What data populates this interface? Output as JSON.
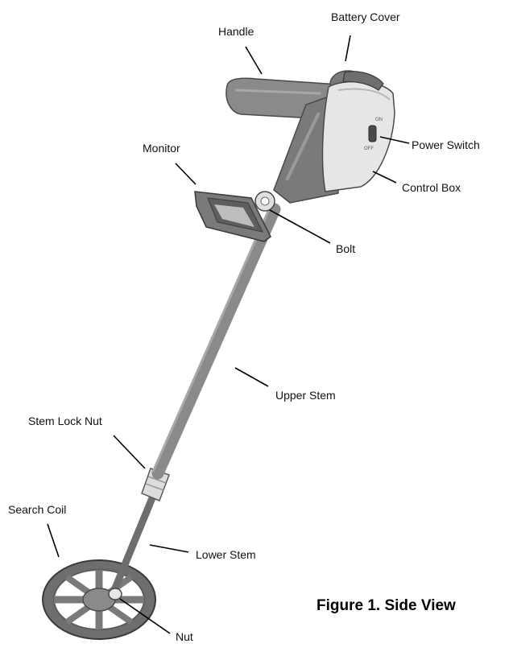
{
  "figure": {
    "caption": "Figure 1.  Side View"
  },
  "labels": {
    "battery_cover": "Battery Cover",
    "handle": "Handle",
    "power_switch": "Power Switch",
    "monitor": "Monitor",
    "control_box": "Control Box",
    "bolt": "Bolt",
    "upper_stem": "Upper Stem",
    "stem_lock_nut": "Stem Lock Nut",
    "search_coil": "Search Coil",
    "lower_stem": "Lower Stem",
    "nut": "Nut"
  },
  "switch_marks": {
    "off": "OFF",
    "on": "ON"
  },
  "colors": {
    "body": "#8a8a8a",
    "body_dark": "#6e6e6e",
    "body_light": "#b4b4b4",
    "control_box": "#e6e6e6",
    "lock_nut": "#dcdcdc",
    "leader_line": "#000000",
    "text": "#111111"
  }
}
